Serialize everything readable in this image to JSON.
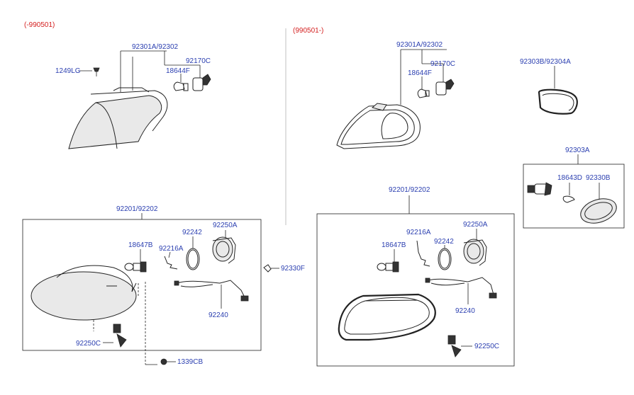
{
  "sections": {
    "left_date": "(-990501)",
    "right_date": "(990501-)"
  },
  "labels": {
    "l_92301a": "92301A/92302",
    "l_1249lg": "1249LG",
    "l_18644f": "18644F",
    "l_92170c": "92170C",
    "l_92201": "92201/92202",
    "l_18647b": "18647B",
    "l_92216a": "92216A",
    "l_92242": "92242",
    "l_92250a": "92250A",
    "l_92330f": "92330F",
    "l_92240": "92240",
    "l_92250c": "92250C",
    "l_1339cb": "1339CB",
    "r_92301a": "92301A/92302",
    "r_18644f": "18644F",
    "r_92170c": "92170C",
    "r_92303b": "92303B/92304A",
    "r_92303a": "92303A",
    "r_18643d": "18643D",
    "r_92330b": "92330B",
    "r_92201": "92201/92202",
    "r_92216a": "92216A",
    "r_92242": "92242",
    "r_92250a": "92250A",
    "r_18647b": "18647B",
    "r_92240": "92240",
    "r_92250c": "92250C"
  }
}
